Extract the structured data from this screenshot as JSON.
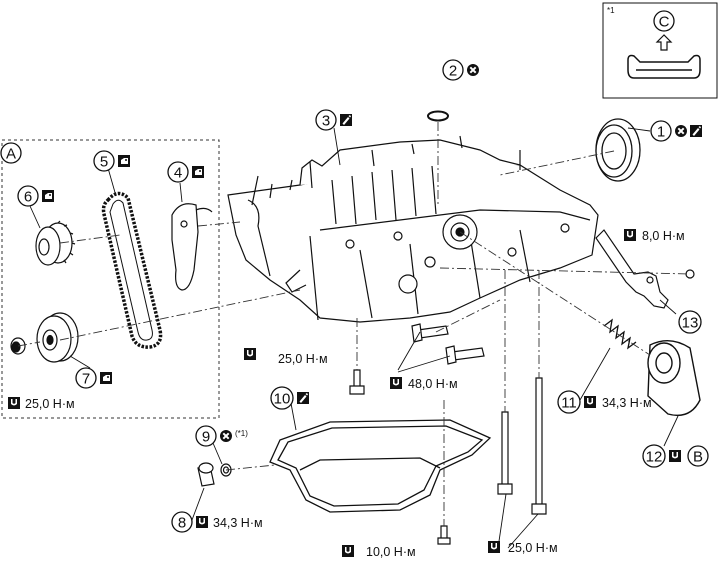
{
  "labels": {
    "part_1": "1",
    "part_2": "2",
    "part_3": "3",
    "part_4": "4",
    "part_5": "5",
    "part_6": "6",
    "part_7": "7",
    "part_8": "8",
    "part_9": "9",
    "part_10": "10",
    "part_11": "11",
    "part_12": "12",
    "part_13": "13",
    "view_a": "A",
    "view_b": "B",
    "view_c": "C"
  },
  "torques": {
    "t_8_0": "8,0 Н·м",
    "t_25_0_left": "25,0 Н·м",
    "t_25_0_mid": "25,0 Н·м",
    "t_48_0": "48,0 Н·м",
    "t_34_3_right": "34,3 Н·м",
    "t_34_3_drain": "34,3 Н·м",
    "t_10_0": "10,0 Н·м",
    "t_25_0_bottom": "25,0 Н·м"
  },
  "notes": {
    "star1_inset": "*1",
    "star1_ref": "(*1)"
  },
  "icons": [
    "torque-wrench-icon",
    "do-not-reuse-icon",
    "apply-sealant-icon",
    "apply-oil-icon"
  ]
}
